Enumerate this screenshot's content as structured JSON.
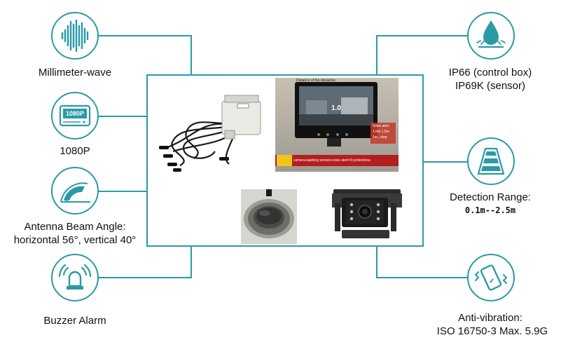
{
  "features": {
    "millimeter_wave": {
      "label": "Millimeter-wave",
      "icon": "waveform-icon"
    },
    "resolution": {
      "label": "1080P",
      "badge": "1080P",
      "icon": "monitor-1080p-icon"
    },
    "beam_angle": {
      "line1": "Antenna Beam Angle:",
      "line2": "horizontal 56°, vertical 40°",
      "icon": "beam-angle-icon"
    },
    "buzzer": {
      "label": "Buzzer Alarm",
      "icon": "alarm-icon"
    },
    "waterproof": {
      "line1": "IP66 (control box)",
      "line2": "IP69K (sensor)",
      "icon": "water-drop-icon"
    },
    "detection": {
      "line1": "Detection Range:",
      "line2": "0.1m--2.5m",
      "icon": "road-lane-icon"
    },
    "vibration": {
      "line1": "Anti-vibration:",
      "line2": "ISO 16750-3 Max. 5.9G",
      "icon": "vibrating-phone-icon"
    }
  },
  "monitor_overlay": {
    "top_note": "Distance of the obstacles",
    "distance": "1.0",
    "range_text_1": "Voice alert",
    "range_text_2": "1.0m  1.5m",
    "range_text_3": "1m...stop",
    "caption": "camera+parking sensor+voice alert=3 protections"
  },
  "colors": {
    "accent": "#2a9aa6",
    "text": "#111111"
  }
}
